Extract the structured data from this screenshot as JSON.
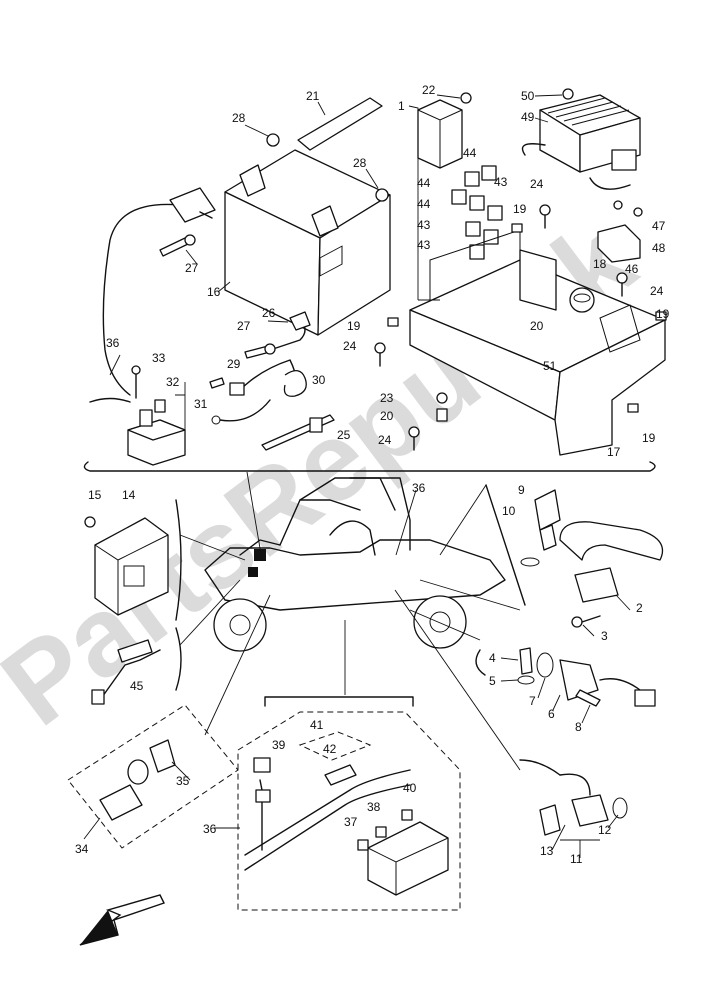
{
  "watermark": "PartsRepublik",
  "callouts": {
    "c1": "1",
    "c2": "2",
    "c3": "3",
    "c4": "4",
    "c5": "5",
    "c6": "6",
    "c7": "7",
    "c8": "8",
    "c9": "9",
    "c10": "10",
    "c11": "11",
    "c12": "12",
    "c13": "13",
    "c14": "14",
    "c15": "15",
    "c16": "16",
    "c17": "17",
    "c18": "18",
    "c19a": "19",
    "c19b": "19",
    "c19c": "19",
    "c19d": "19",
    "c20a": "20",
    "c20b": "20",
    "c21": "21",
    "c22": "22",
    "c23": "23",
    "c24a": "24",
    "c24b": "24",
    "c24c": "24",
    "c24d": "24",
    "c25": "25",
    "c26": "26",
    "c27a": "27",
    "c27b": "27",
    "c28a": "28",
    "c28b": "28",
    "c29": "29",
    "c30": "30",
    "c31": "31",
    "c32": "32",
    "c33": "33",
    "c34": "34",
    "c35": "35",
    "c36a": "36",
    "c36b": "36",
    "c36c": "36",
    "c37": "37",
    "c38": "38",
    "c39": "39",
    "c40": "40",
    "c41": "41",
    "c42": "42",
    "c43a": "43",
    "c43b": "43",
    "c43c": "43",
    "c44a": "44",
    "c44b": "44",
    "c44c": "44",
    "c45": "45",
    "c46": "46",
    "c47": "47",
    "c48": "48",
    "c49": "49",
    "c50": "50",
    "c51": "51"
  }
}
